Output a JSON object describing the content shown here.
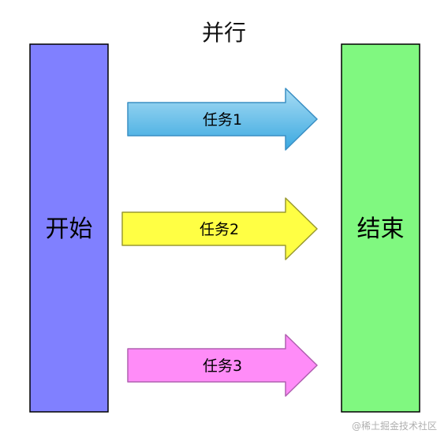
{
  "title": "并行",
  "watermark": "@稀土掘金技术社区",
  "start": {
    "label": "开始",
    "color": "#8080ff"
  },
  "end": {
    "label": "结束",
    "color": "#80f880"
  },
  "tasks": [
    {
      "label": "任务1",
      "fill_top": "#a8dcf4",
      "fill_bottom": "#3aa8e0"
    },
    {
      "label": "任务2",
      "fill_top": "#ffff44",
      "fill_bottom": "#ffff44"
    },
    {
      "label": "任务3",
      "fill_top": "#ff8cf8",
      "fill_bottom": "#ff8cf8"
    }
  ]
}
